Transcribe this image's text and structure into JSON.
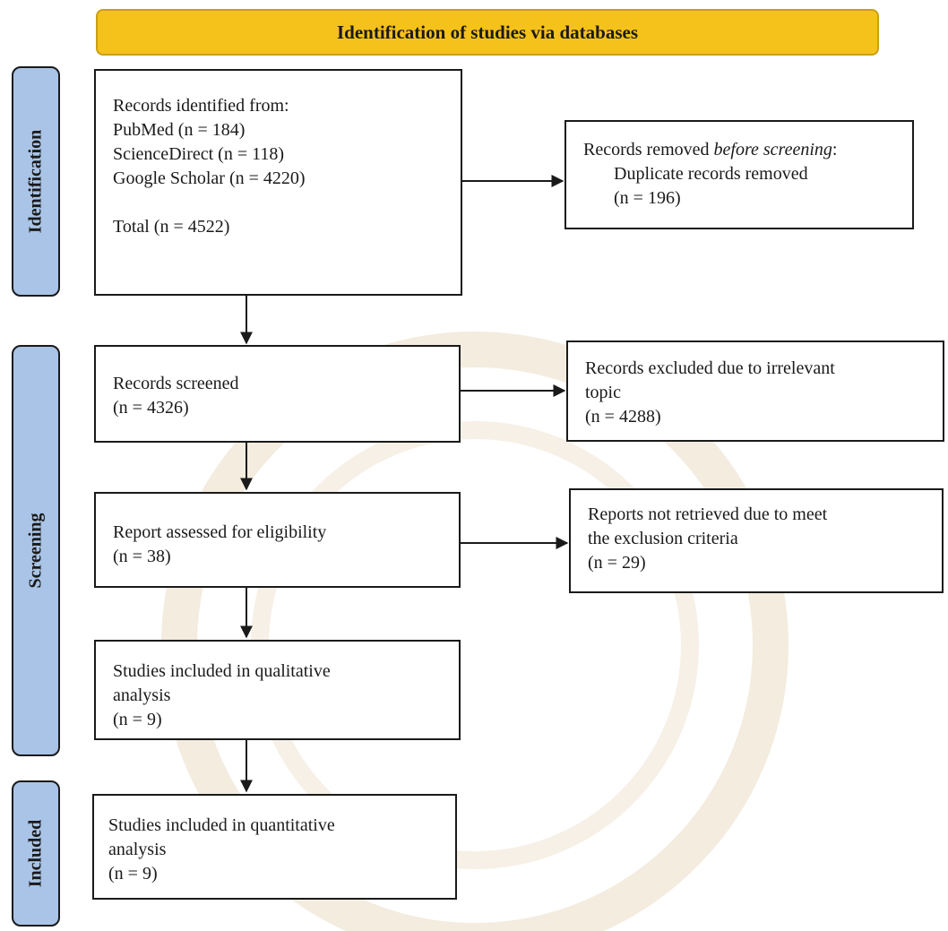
{
  "header": {
    "title": "Identification of studies via databases"
  },
  "phases": {
    "identification": "Identification",
    "screening": "Screening",
    "included": "Included"
  },
  "records_identified": {
    "heading": "Records identified from:",
    "pubmed": "PubMed (n = 184)",
    "sciencedirect": "ScienceDirect (n = 118)",
    "google_scholar": "Google Scholar (n = 4220)",
    "total": "Total (n = 4522)"
  },
  "records_removed": {
    "heading_prefix": "Records removed ",
    "heading_italic": "before screening",
    "heading_suffix": ":",
    "detail": "Duplicate records removed",
    "count": "(n = 196)"
  },
  "records_screened": {
    "label": "Records screened",
    "count": "(n = 4326)"
  },
  "records_excluded": {
    "line1": "Records excluded due to irrelevant",
    "line2": "topic",
    "count": "(n = 4288)"
  },
  "reports_assessed": {
    "label": "Report assessed for eligibility",
    "count": "(n = 38)"
  },
  "reports_not_retrieved": {
    "line1": "Reports not retrieved due to meet",
    "line2": "the exclusion criteria",
    "count": "(n = 29)"
  },
  "qualitative": {
    "line1": "Studies included in qualitative",
    "line2": "analysis",
    "count": "(n = 9)"
  },
  "quantitative": {
    "line1": "Studies included in quantitative",
    "line2": "analysis",
    "count": "(n = 9)"
  },
  "colors": {
    "header": "#f5c21b",
    "phase": "#a9c4e6",
    "border": "#1a1a1a"
  }
}
